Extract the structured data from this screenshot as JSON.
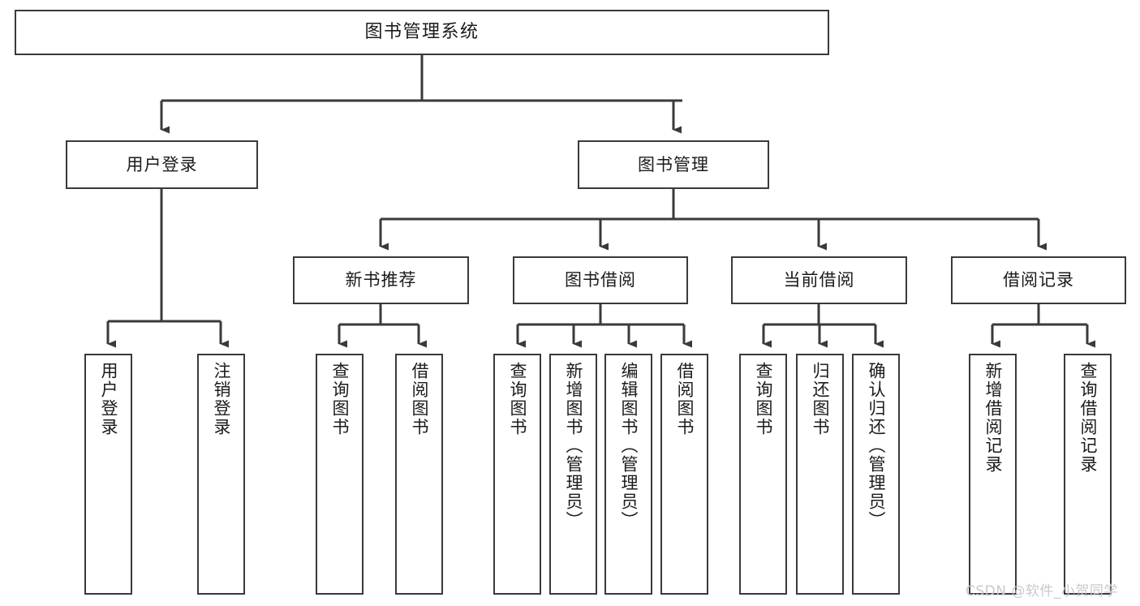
{
  "diagram": {
    "title": "图书管理系统",
    "type": "hierarchy-tree",
    "watermark": "CSDN @软件_小贺同学",
    "colors": {
      "node_border": "#3a3a3a",
      "node_fill": "#ffffff",
      "edge": "#3a3a3a",
      "text": "#1b1b1b",
      "watermark": "#c9c9c9"
    },
    "nodes": {
      "root": {
        "label": "图书管理系统"
      },
      "level1": [
        {
          "id": "user-login",
          "label": "用户登录"
        },
        {
          "id": "book-manage",
          "label": "图书管理"
        }
      ],
      "level2": [
        {
          "id": "new-book-recommend",
          "label": "新书推荐"
        },
        {
          "id": "book-borrow",
          "label": "图书借阅"
        },
        {
          "id": "current-borrow",
          "label": "当前借阅"
        },
        {
          "id": "borrow-record",
          "label": "借阅记录"
        }
      ],
      "leaves": {
        "user_login": [
          {
            "id": "leaf-user-login",
            "label": "用户登录"
          },
          {
            "id": "leaf-user-logout",
            "label": "注销登录"
          }
        ],
        "new_book_recommend": [
          {
            "id": "leaf-query-book-1",
            "label": "查询图书"
          },
          {
            "id": "leaf-borrow-book-1",
            "label": "借阅图书"
          }
        ],
        "book_borrow": [
          {
            "id": "leaf-query-book-2",
            "label": "查询图书"
          },
          {
            "id": "leaf-add-book",
            "label": "新增图书（管理员）"
          },
          {
            "id": "leaf-edit-book",
            "label": "编辑图书（管理员）"
          },
          {
            "id": "leaf-borrow-book-2",
            "label": "借阅图书"
          }
        ],
        "current_borrow": [
          {
            "id": "leaf-query-book-3",
            "label": "查询图书"
          },
          {
            "id": "leaf-return-book",
            "label": "归还图书"
          },
          {
            "id": "leaf-confirm-return",
            "label": "确认归还（管理员）"
          }
        ],
        "borrow_record": [
          {
            "id": "leaf-add-record",
            "label": "新增借阅记录"
          },
          {
            "id": "leaf-query-record",
            "label": "查询借阅记录"
          }
        ]
      }
    }
  }
}
